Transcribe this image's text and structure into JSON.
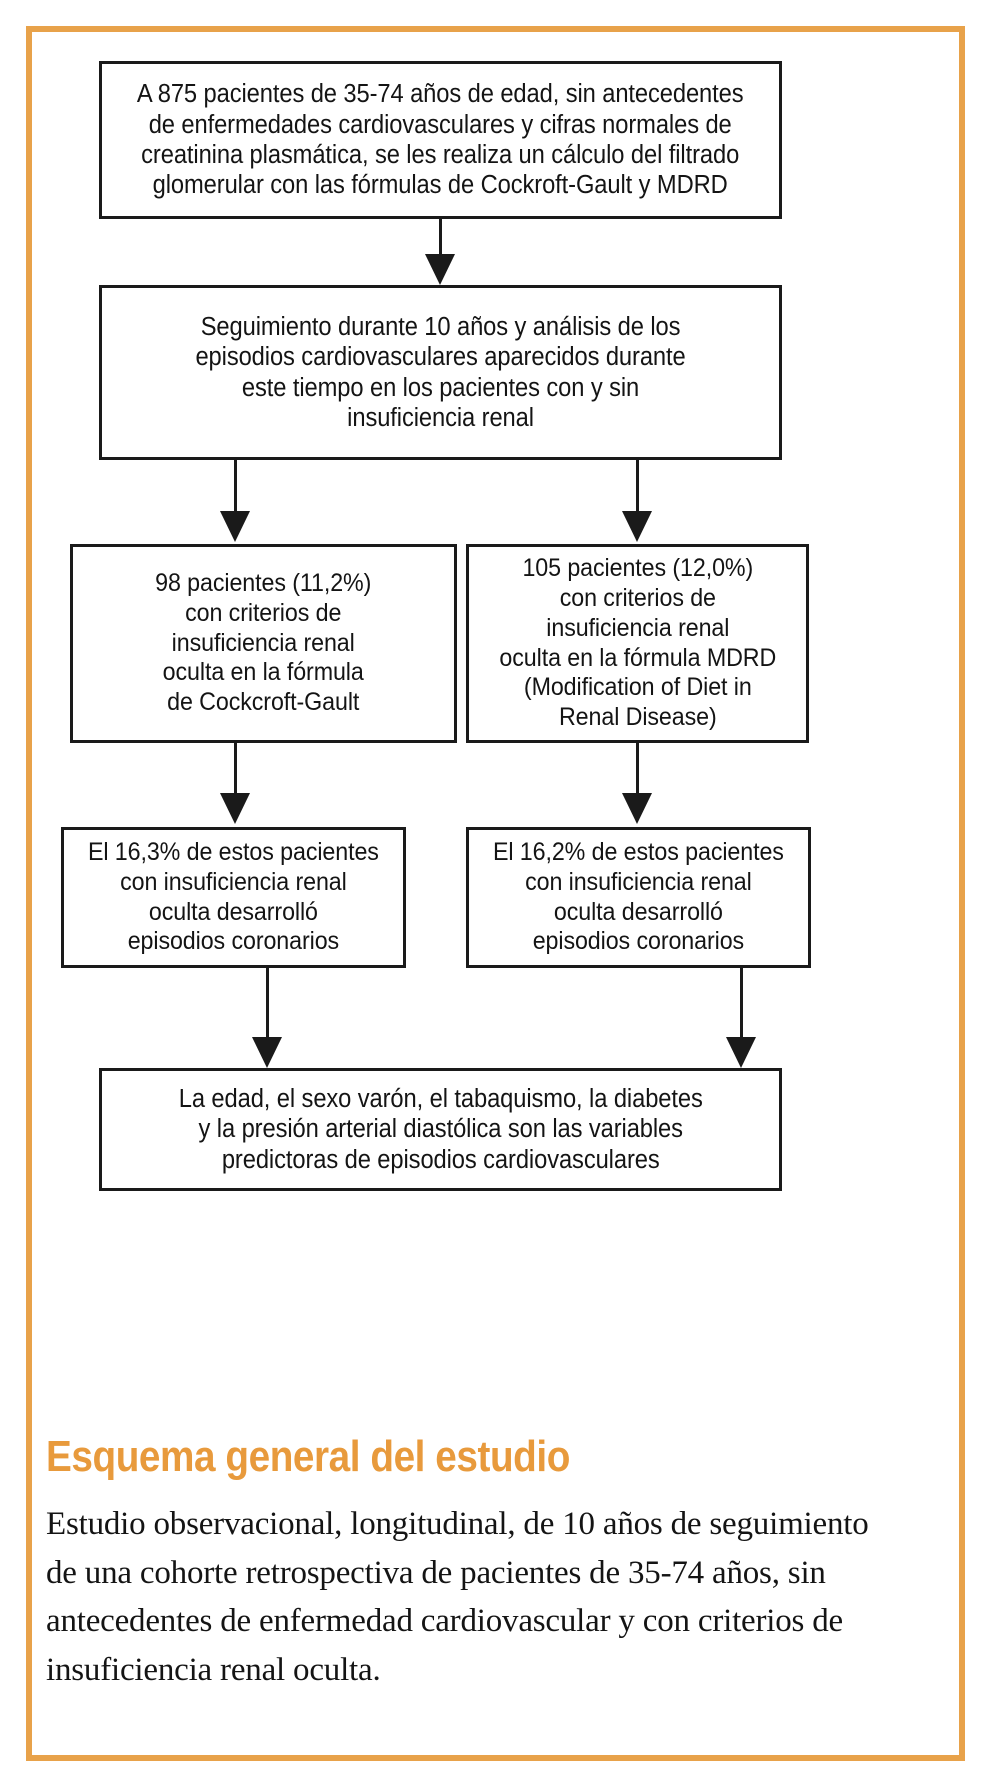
{
  "page": {
    "frame_color": "#e8a24a",
    "background": "#ffffff",
    "text_color": "#141414",
    "accent_color": "#e89a3c"
  },
  "chart_data": {
    "type": "diagram",
    "diagram_kind": "flowchart",
    "title": "Esquema general del estudio",
    "orientation": "top-to-bottom",
    "nodes": [
      {
        "id": "n1",
        "level": 1,
        "text": "A 875 pacientes de 35-74 años de edad, sin antecedentes\nde enfermedades cardiovasculares y cifras normales de\ncreatinina plasmática, se les realiza un cálculo del filtrado\nglomerular con las fórmulas de Cockroft-Gault y MDRD"
      },
      {
        "id": "n2",
        "level": 2,
        "text": "Seguimiento durante 10 años y análisis de los\nepisodios cardiovasculares aparecidos durante\neste tiempo en los pacientes con y sin\ninsuficiencia renal"
      },
      {
        "id": "n3",
        "level": 3,
        "column": "left",
        "text": "98 pacientes (11,2%)\ncon criterios de\ninsuficiencia renal\noculta en la fórmula\nde Cockcroft-Gault"
      },
      {
        "id": "n4",
        "level": 3,
        "column": "right",
        "text": "105 pacientes (12,0%)\ncon criterios de\ninsuficiencia renal\noculta en la fórmula MDRD\n(Modification of Diet in\nRenal Disease)"
      },
      {
        "id": "n5",
        "level": 4,
        "column": "left",
        "text": "El 16,3% de estos pacientes\ncon insuficiencia renal\noculta desarrolló\nepisodios coronarios"
      },
      {
        "id": "n6",
        "level": 4,
        "column": "right",
        "text": "El 16,2% de estos pacientes\ncon insuficiencia renal\noculta desarrolló\nepisodios coronarios"
      },
      {
        "id": "n7",
        "level": 5,
        "text": "La edad, el sexo varón, el tabaquismo, la diabetes\ny la presión arterial diastólica son las variables\npredictoras de episodios cardiovasculares"
      }
    ],
    "edges": [
      {
        "from": "n1",
        "to": "n2"
      },
      {
        "from": "n2",
        "to": "n3"
      },
      {
        "from": "n2",
        "to": "n4"
      },
      {
        "from": "n3",
        "to": "n5"
      },
      {
        "from": "n4",
        "to": "n6"
      },
      {
        "from": "n5",
        "to": "n7"
      },
      {
        "from": "n6",
        "to": "n7"
      }
    ],
    "key_numbers": {
      "total_patients": 875,
      "age_range": "35-74",
      "followup_years": 10,
      "cockcroft_gault_patients": 98,
      "cockcroft_gault_percent": "11,2%",
      "mdrd_patients": 105,
      "mdrd_percent": "12,0%",
      "coronary_events_cg_percent": "16,3%",
      "coronary_events_mdrd_percent": "16,2%"
    }
  },
  "caption": {
    "title": "Esquema general del estudio",
    "body": "Estudio observacional, longitudinal, de 10 años de seguimiento de una cohorte retrospectiva de pacientes de 35-74 años, sin antecedentes de enfermedad cardiovascular y con criterios de insuficiencia renal oculta."
  }
}
